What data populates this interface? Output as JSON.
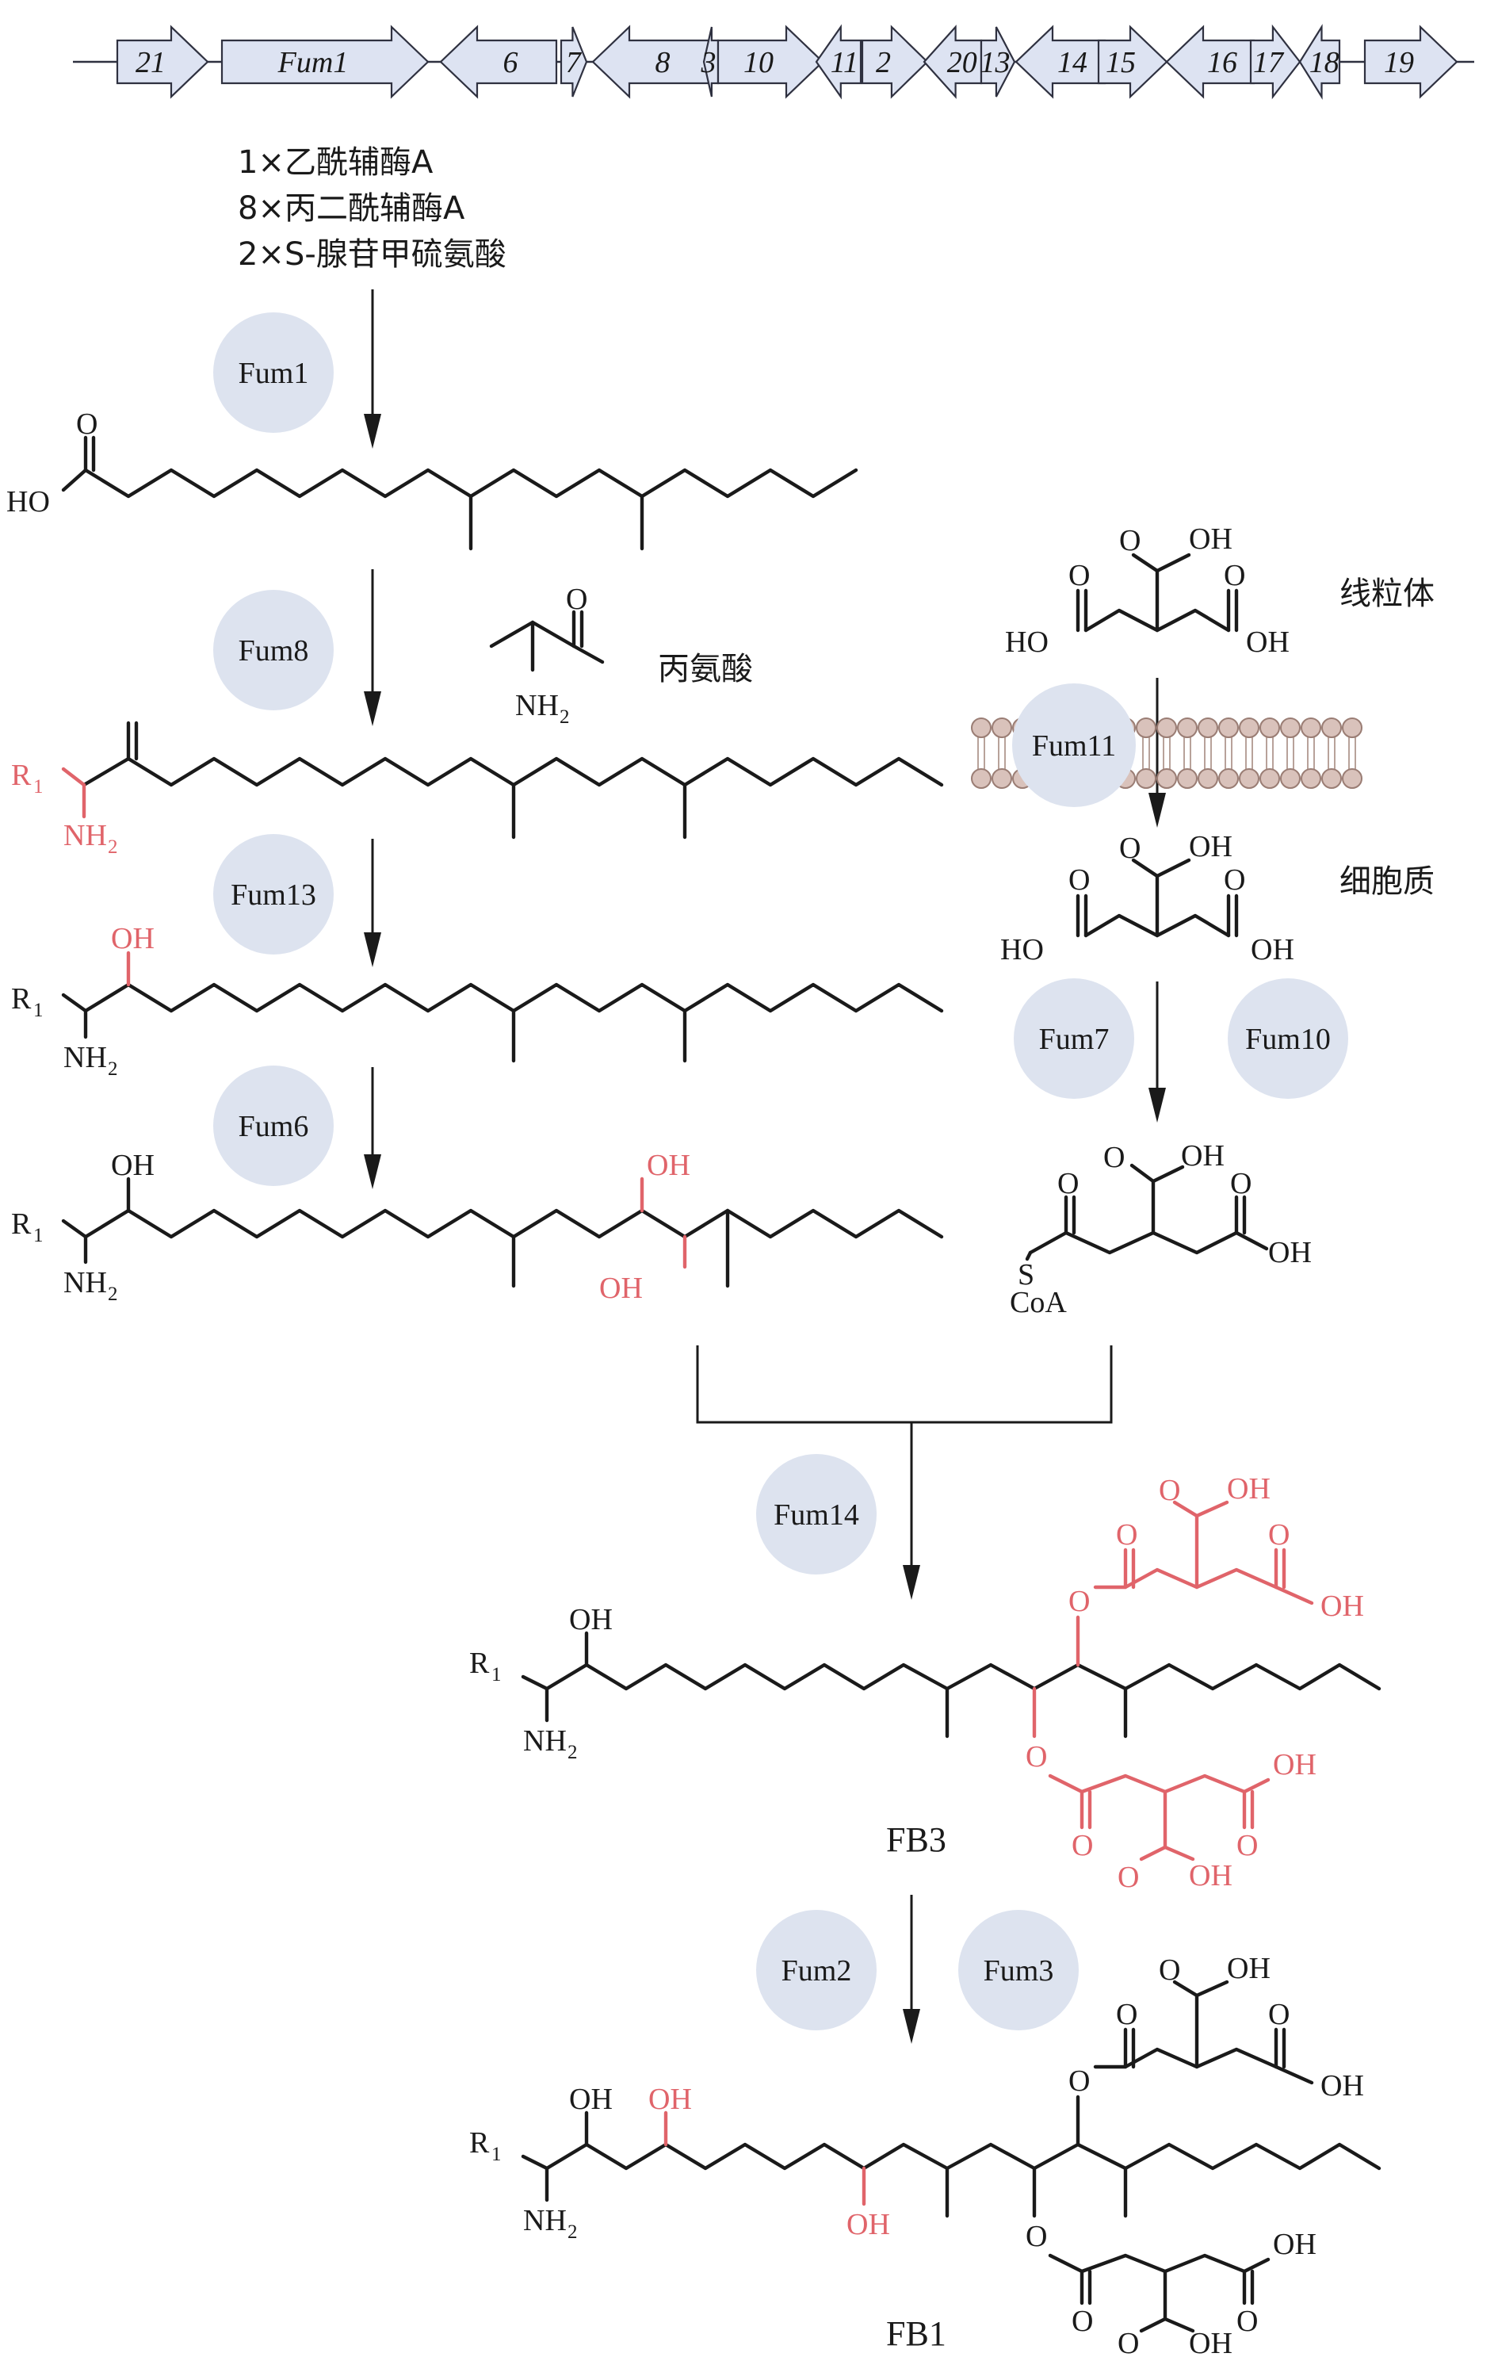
{
  "colors": {
    "enzyme_circle": "#dde3ef",
    "gene_fill": "#dde3f2",
    "highlight": "#e0646a",
    "ink": "#1a1a1a"
  },
  "gene_cluster": [
    {
      "label": "21",
      "direction": "right"
    },
    {
      "label": "Fum1",
      "direction": "right"
    },
    {
      "label": "6",
      "direction": "left"
    },
    {
      "label": "7",
      "direction": "right"
    },
    {
      "label": "8",
      "direction": "left"
    },
    {
      "label": "3",
      "direction": "left"
    },
    {
      "label": "10",
      "direction": "right"
    },
    {
      "label": "11",
      "direction": "left"
    },
    {
      "label": "2",
      "direction": "right"
    },
    {
      "label": "20",
      "direction": "left"
    },
    {
      "label": "13",
      "direction": "right"
    },
    {
      "label": "14",
      "direction": "left"
    },
    {
      "label": "15",
      "direction": "right"
    },
    {
      "label": "16",
      "direction": "left"
    },
    {
      "label": "17",
      "direction": "right"
    },
    {
      "label": "18",
      "direction": "left"
    },
    {
      "label": "19",
      "direction": "right"
    }
  ],
  "substrates": [
    "1×乙酰辅酶A",
    "8×丙二酰辅酶A",
    "2×S-腺苷甲硫氨酸"
  ],
  "enzymes": {
    "fum1": "Fum1",
    "fum8": "Fum8",
    "fum13": "Fum13",
    "fum6": "Fum6",
    "fum11": "Fum11",
    "fum7": "Fum7",
    "fum10": "Fum10",
    "fum14": "Fum14",
    "fum2": "Fum2",
    "fum3": "Fum3"
  },
  "labels": {
    "alanine": "丙氨酸",
    "mitochondria": "线粒体",
    "cytoplasm": "细胞质",
    "fb3": "FB3",
    "fb1": "FB1"
  },
  "atoms": {
    "O": "O",
    "HO": "HO",
    "OH": "OH",
    "NH": "NH",
    "sub2": "2",
    "R": "R",
    "sub1": "1",
    "S": "S",
    "CoA": "CoA"
  }
}
